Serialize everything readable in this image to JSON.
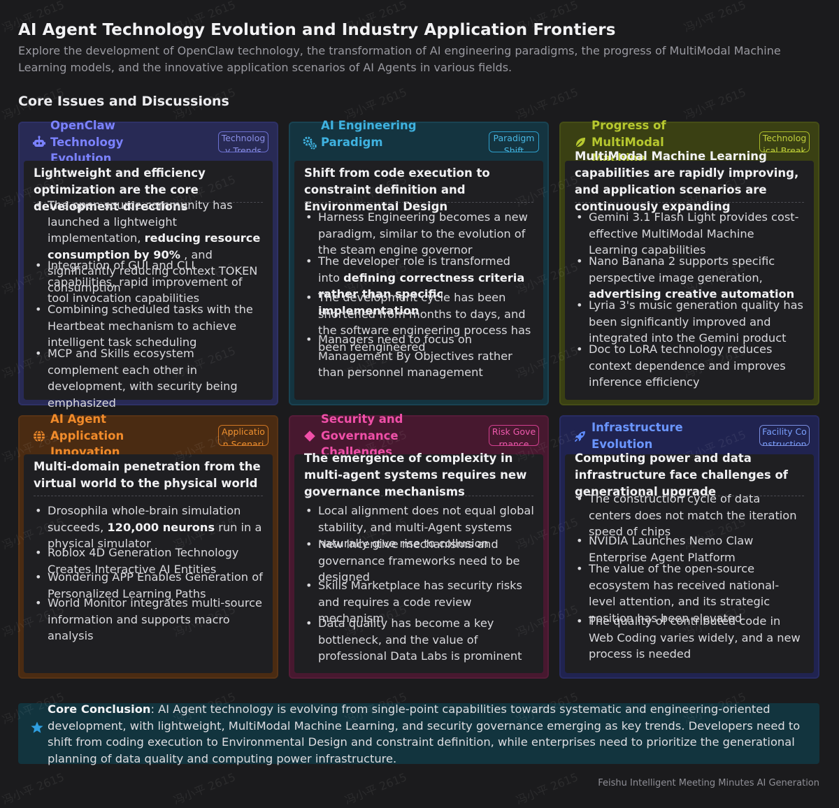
{
  "header": {
    "title": "AI Agent Technology Evolution and Industry Application Frontiers",
    "subtitle": "Explore the development of OpenClaw technology, the transformation of AI engineering paradigms, the progress of MultiModal Machine Learning models, and the innovative application scenarios of AI Agents in various fields."
  },
  "section": {
    "heading": "Core Issues and Discussions"
  },
  "cards": [
    {
      "title": "OpenClaw Technology Evolution",
      "tag": "Technology Trends",
      "icon": "robot-icon",
      "accent": "#7b82ff",
      "headline": "Lightweight and efficiency optimization are the core development directions",
      "bullets": [
        {
          "pre": "The open source community has launched a lightweight implementation, ",
          "bold": "reducing resource consumption by 90%",
          "post": " , and significantly reducing context TOKEN consumption"
        },
        {
          "pre": "Integration of GUI and CLI capabilities, rapid improvement of tool invocation capabilities",
          "bold": "",
          "post": ""
        },
        {
          "pre": "Combining scheduled tasks with the Heartbeat mechanism to achieve intelligent task scheduling",
          "bold": "",
          "post": ""
        },
        {
          "pre": "MCP and Skills ecosystem complement each other in development, with security being emphasized",
          "bold": "",
          "post": ""
        }
      ]
    },
    {
      "title": "AI Engineering Paradigm",
      "tag": "Paradigm Shift",
      "icon": "gears-icon",
      "accent": "#3fb2e0",
      "headline": "Shift from code execution to constraint definition and Environmental Design",
      "bullets": [
        {
          "pre": "Harness Engineering becomes a new paradigm, similar to the evolution of the steam engine governor",
          "bold": "",
          "post": ""
        },
        {
          "pre": "The developer role is transformed into ",
          "bold": "defining correctness criteria rather than specific implementation",
          "post": ""
        },
        {
          "pre": "The development cycle has been shortened from months to days, and the software engineering process has been reengineered",
          "bold": "",
          "post": ""
        },
        {
          "pre": "Managers need to focus on Management By Objectives rather than personnel management",
          "bold": "",
          "post": ""
        }
      ]
    },
    {
      "title": "Progress of MultiModal Machine",
      "tag": "Technological Breakthrough",
      "icon": "leaf-icon",
      "accent": "#b7c82f",
      "headline": "MultiModal Machine Learning capabilities are rapidly improving, and application scenarios are continuously expanding",
      "bullets": [
        {
          "pre": "Gemini 3.1 Flash Light provides cost-effective MultiModal Machine Learning capabilities",
          "bold": "",
          "post": ""
        },
        {
          "pre": "Nano Banana 2 supports specific perspective image generation, ",
          "bold": "advertising creative automation",
          "post": ""
        },
        {
          "pre": "Lyria 3's music generation quality has been significantly improved and integrated into the Gemini product",
          "bold": "",
          "post": ""
        },
        {
          "pre": "Doc to LoRA technology reduces context dependence and improves inference efficiency",
          "bold": "",
          "post": ""
        }
      ]
    },
    {
      "title": "AI Agent Application Innovation",
      "tag": "Application Scenarios",
      "icon": "globe-icon",
      "accent": "#f08a2a",
      "headline": "Multi-domain penetration from the virtual world to the physical world",
      "bullets": [
        {
          "pre": "Drosophila whole-brain simulation succeeds, ",
          "bold": "120,000 neurons",
          "post": " run in a physical simulator"
        },
        {
          "pre": "Roblox 4D Generation Technology Creates Interactive AI Entities",
          "bold": "",
          "post": ""
        },
        {
          "pre": "Wondering APP Enables Generation of Personalized Learning Paths",
          "bold": "",
          "post": ""
        },
        {
          "pre": "World Monitor integrates multi-source information and supports macro analysis",
          "bold": "",
          "post": ""
        }
      ]
    },
    {
      "title": "Security and Governance Challenges",
      "tag": "Risk Governance",
      "icon": "diamond-icon",
      "accent": "#f04fa8",
      "headline": "The emergence of complexity in multi-agent systems requires new governance mechanisms",
      "bullets": [
        {
          "pre": "Local alignment does not equal global stability, and multi-Agent systems naturally give rise to collusion",
          "bold": "",
          "post": ""
        },
        {
          "pre": "New incentive mechanisms and governance frameworks need to be designed",
          "bold": "",
          "post": ""
        },
        {
          "pre": "Skills Marketplace has security risks and requires a code review mechanism",
          "bold": "",
          "post": ""
        },
        {
          "pre": "Data quality has become a key bottleneck, and the value of professional Data Labs is prominent",
          "bold": "",
          "post": ""
        }
      ]
    },
    {
      "title": "Infrastructure Evolution",
      "tag": "Facility Construction",
      "icon": "rocket-icon",
      "accent": "#5f8cff",
      "headline": "Computing power and data infrastructure face challenges of generational upgrade",
      "bullets": [
        {
          "pre": "The construction cycle of data centers does not match the iteration speed of chips",
          "bold": "",
          "post": ""
        },
        {
          "pre": "NVIDIA Launches Nemo Claw Enterprise Agent Platform",
          "bold": "",
          "post": ""
        },
        {
          "pre": "The value of the open-source ecosystem has received national-level attention, and its strategic position has been elevated",
          "bold": "",
          "post": ""
        },
        {
          "pre": "The quality of contributed code in Web Coding varies widely, and a new process is needed",
          "bold": "",
          "post": ""
        }
      ]
    }
  ],
  "conclusion": {
    "label": "Core Conclusion",
    "text": ": AI Agent technology is evolving from single-point capabilities towards systematic and engineering-oriented development, with lightweight, MultiModal Machine Learning, and security governance emerging as key trends. Developers need to shift from coding execution to Environmental Design and constraint definition, while enterprises need to prioritize the generational planning of data quality and computing power infrastructure.",
    "icon": "star-icon",
    "accent": "#2f9fe0"
  },
  "footer": {
    "text": "Feishu Intelligent Meeting Minutes AI Generation"
  },
  "watermark": {
    "text": "冯小平 2615"
  }
}
